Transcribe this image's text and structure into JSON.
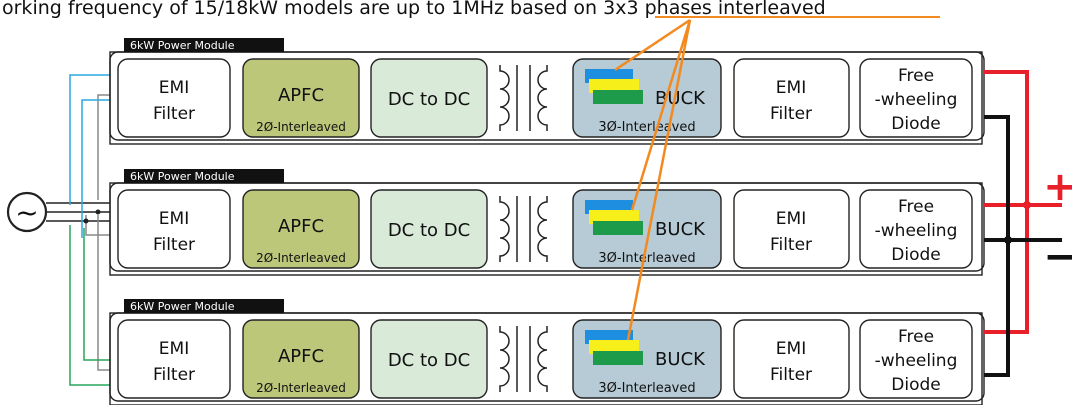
{
  "heading": "orking frequency of 15/18kW models are up to 1MHz based on 3x3 phases interleaved",
  "heading_highlight": "3x3 phases interleaved",
  "colors": {
    "apfc_fill": "#bdc77a",
    "dcdc_fill": "#d9ead9",
    "buck_fill": "#b7cbd6",
    "orange": "#f28a1f",
    "red": "#e8202a",
    "blue_wire": "#29a9e0",
    "green_wire": "#27a55a",
    "layer_blue": "#1e8fe0",
    "layer_yellow": "#f6ef1a",
    "layer_green": "#1d9a4a"
  },
  "modules": [
    {
      "title": "6kW Power Module",
      "blocks": {
        "emi_in": [
          "EMI",
          "Filter"
        ],
        "apfc": "APFC",
        "apfc_sub": "2Ø-Interleaved",
        "dcdc": "DC to DC",
        "buck": "BUCK",
        "buck_sub": "3Ø-Interleaved",
        "emi_out": [
          "EMI",
          "Filter"
        ],
        "diode": [
          "Free",
          "-wheeling",
          "Diode"
        ]
      }
    },
    {
      "title": "6kW Power Module",
      "blocks": {
        "emi_in": [
          "EMI",
          "Filter"
        ],
        "apfc": "APFC",
        "apfc_sub": "2Ø-Interleaved",
        "dcdc": "DC to DC",
        "buck": "BUCK",
        "buck_sub": "3Ø-Interleaved",
        "emi_out": [
          "EMI",
          "Filter"
        ],
        "diode": [
          "Free",
          "-wheeling",
          "Diode"
        ]
      }
    },
    {
      "title": "6kW Power Module",
      "blocks": {
        "emi_in": [
          "EMI",
          "Filter"
        ],
        "apfc": "APFC",
        "apfc_sub": "2Ø-Interleaved",
        "dcdc": "DC to DC",
        "buck": "BUCK",
        "buck_sub": "3Ø-Interleaved",
        "emi_out": [
          "EMI",
          "Filter"
        ],
        "diode": [
          "Free",
          "-wheeling",
          "Diode"
        ]
      }
    }
  ],
  "ac_source_symbol": "~",
  "output_plus": "+",
  "output_minus": "−"
}
